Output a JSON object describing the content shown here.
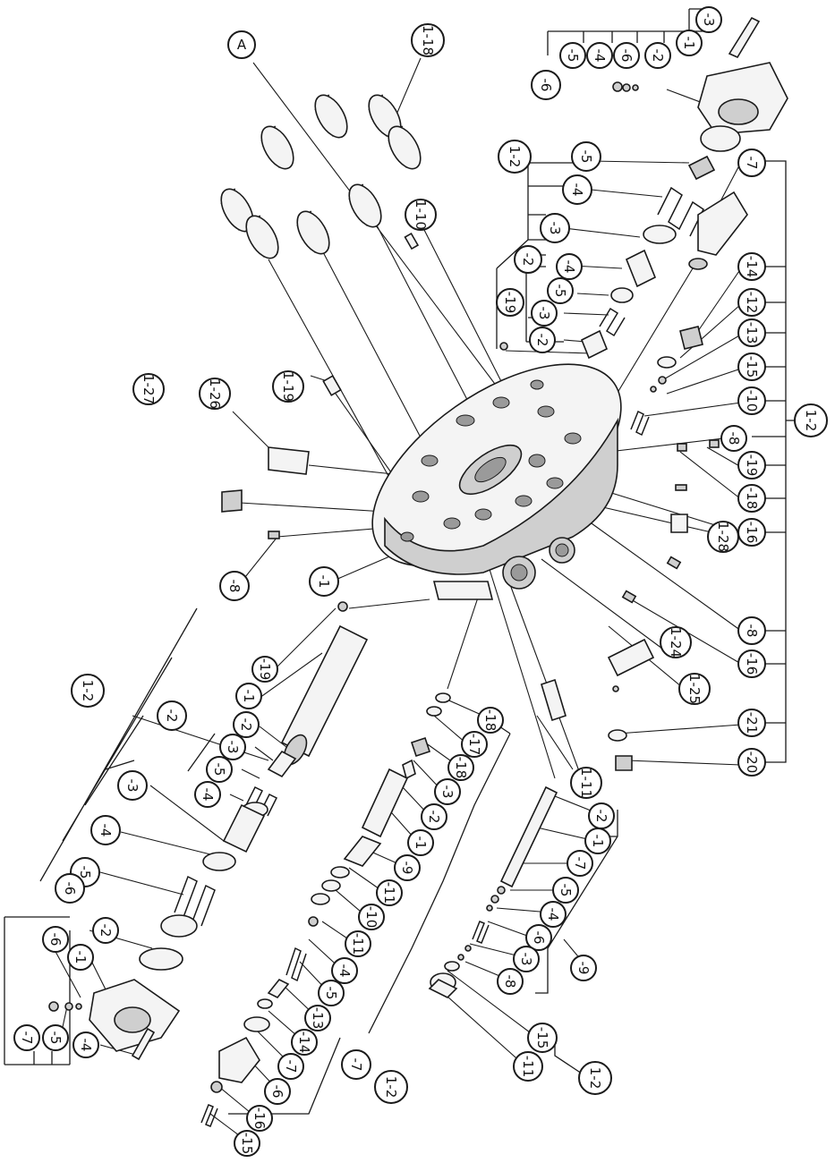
{
  "callouts": {
    "c_A": "A",
    "c_1_18": "1-18",
    "c_1_10": "1-10",
    "c_1_19": "1-19",
    "c_1_26": "1-26",
    "c_1_27": "1-27",
    "c_1_2_top": "1-2",
    "c_1_2_right": "1-2",
    "c_1_2_left": "1-2",
    "c_1_2_bl": "1-2",
    "c_1_2_br": "1-2",
    "c_1_28": "1-28",
    "c_1_24": "1-24",
    "c_1_25": "1-25",
    "c_1_11": "1-11",
    "c_1": "-1",
    "c_8_left": "-8",
    "tr_3": "-3",
    "tr_1": "-1",
    "tr_5": "-5",
    "tr_4": "-4",
    "tr_6a": "-6",
    "tr_2": "-2",
    "tr_6": "-6",
    "tm_5": "-5",
    "tm_4": "-4",
    "tm_3": "-3",
    "tm_2": "-2",
    "tm_4b": "-4",
    "tm_5b": "-5",
    "tm_3b": "-3",
    "tm_2b": "-2",
    "tm_19": "-19",
    "r_7": "-7",
    "r_14": "-14",
    "r_12": "-12",
    "r_13": "-13",
    "r_15": "-15",
    "r_10": "-10",
    "r_8": "-8",
    "r_19": "-19",
    "r_18": "-18",
    "r_16": "-16",
    "r_8b": "-8",
    "r_16b": "-16",
    "r_21": "-21",
    "r_20": "-20",
    "l_19": "-19",
    "l_1": "-1",
    "l_2": "-2",
    "l_3": "-3",
    "l_5": "-5",
    "l_4": "-4",
    "l_2b": "-2",
    "l_3b": "-3",
    "l_4b": "-4",
    "l_5b": "-5",
    "l_6": "-6",
    "bl_6": "-6",
    "bl_1": "-1",
    "bl_2": "-2",
    "bl_7": "-7",
    "bl_5": "-5",
    "bl_4": "-4",
    "m_18": "-18",
    "m_17": "-17",
    "m_18b": "-18",
    "m_3": "-3",
    "m_2": "-2",
    "m_1": "-1",
    "m_9": "-9",
    "m_11": "-11",
    "m_10": "-10",
    "m_11b": "-11",
    "m_4": "-4",
    "m_5": "-5",
    "m_13": "-13",
    "m_14": "-14",
    "m_7": "-7",
    "m_6": "-6",
    "m_16": "-16",
    "m_15": "-15",
    "m_7b": "-7",
    "br_2": "-2",
    "br_1": "-1",
    "br_7": "-7",
    "br_5": "-5",
    "br_4": "-4",
    "br_6": "-6",
    "br_3": "-3",
    "br_8": "-8",
    "br_9": "-9",
    "br_15": "-15",
    "br_11": "-11"
  }
}
